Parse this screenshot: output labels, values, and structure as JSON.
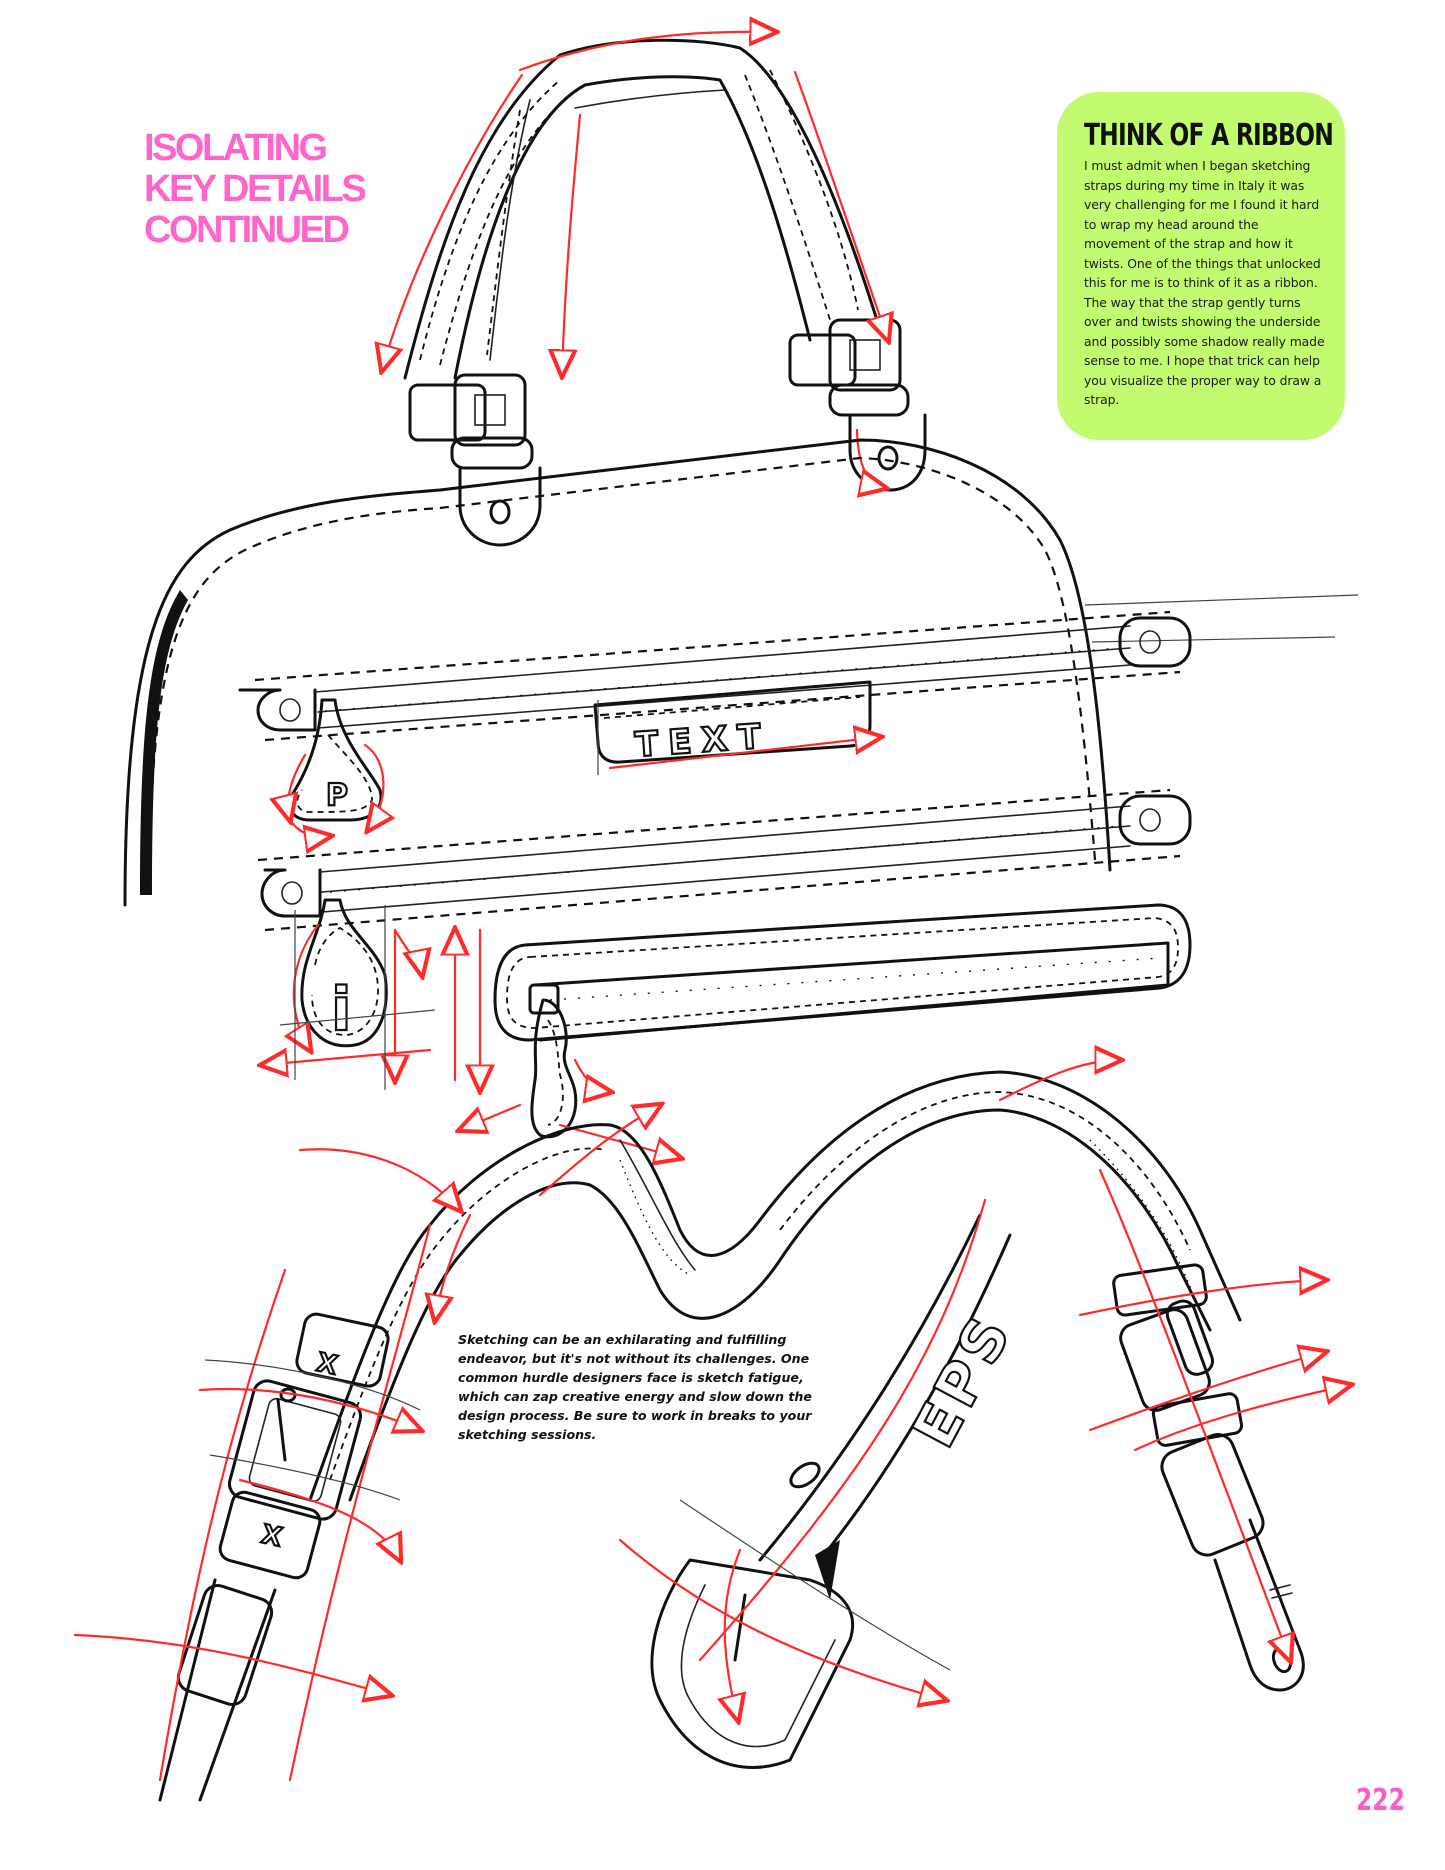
{
  "page": {
    "title_lines": [
      "Isolating",
      "Key Details",
      "Continued"
    ],
    "page_number": "222"
  },
  "callout": {
    "heading": "THINK OF A RIBBON",
    "body": "I must admit when I began sketching straps during my time in Italy it was very challenging for me I found it hard to wrap my head around the movement of the strap and how it twists. One of the things that unlocked this for me is to think of it as a ribbon. The way that the strap gently turns over and twists showing the underside and possibly some shadow really made sense to me. I hope that trick can help you visualize the proper way to draw a strap.",
    "background_color": "#c3fb70"
  },
  "note": {
    "text": "Sketching can be an exhilarating and fulfilling endeavor, but it's not without its challenges. One common hurdle designers face is sketch fatigue, which can zap creative energy and slow down the design process. Be sure to work in breaks to your sketching sessions."
  },
  "illustration": {
    "label_patch_text": "TEXT",
    "zip_pull_letters": [
      "P",
      "i"
    ],
    "strap_logo_text": "EPS",
    "keeper_marks": [
      "X",
      "X"
    ],
    "ink_color": "#111111",
    "guide_arrow_color": "#ff2a2a"
  },
  "colors": {
    "title_pink": "#ff66cc",
    "page_number_pink": "#ff5cc8"
  }
}
